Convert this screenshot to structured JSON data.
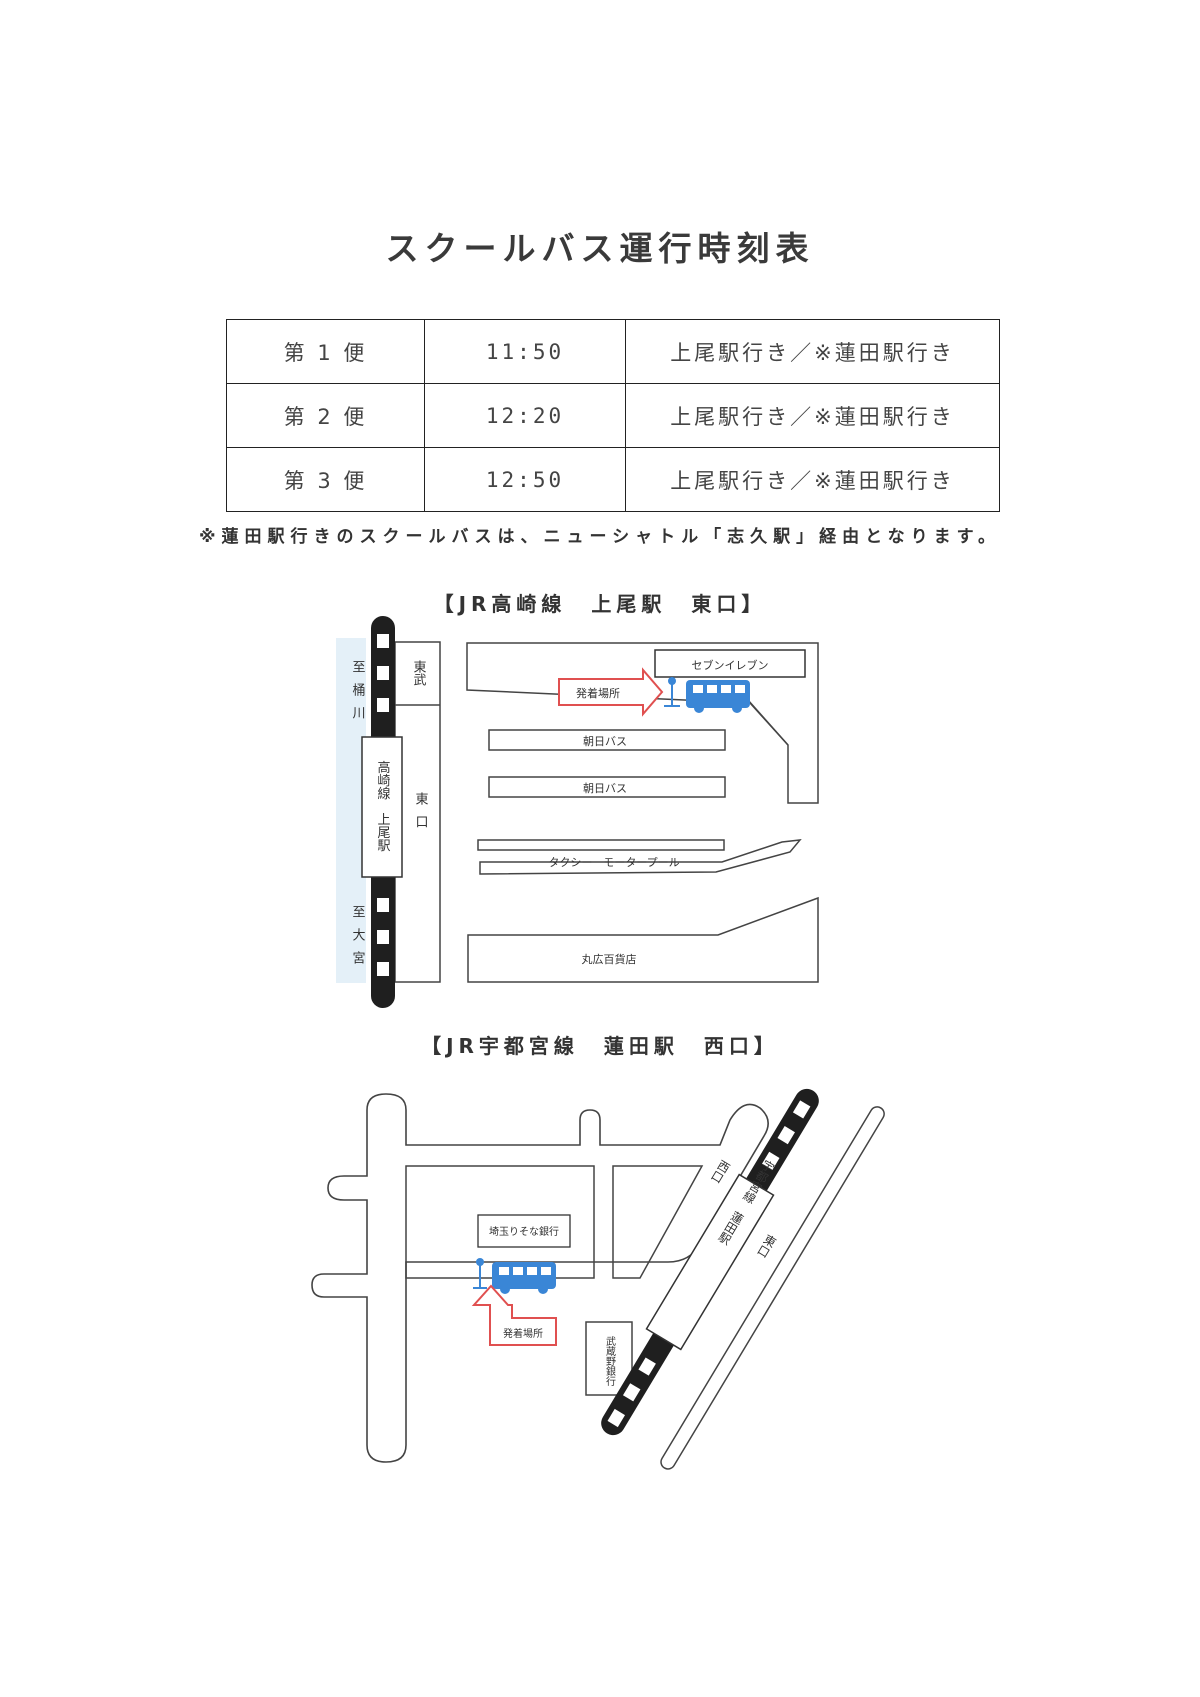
{
  "title": "スクールバス運行時刻表",
  "timetable": [
    {
      "trip": "第 1 便",
      "time": "11:50",
      "destination": "上尾駅行き／※蓮田駅行き"
    },
    {
      "trip": "第 2 便",
      "time": "12:20",
      "destination": "上尾駅行き／※蓮田駅行き"
    },
    {
      "trip": "第 3 便",
      "time": "12:50",
      "destination": "上尾駅行き／※蓮田駅行き"
    }
  ],
  "note": "※蓮田駅行きのスクールバスは、ニューシャトル「志久駅」経由となります。",
  "map1": {
    "heading": "【JR高崎線　上尾駅　東口】",
    "to_okegawa": "至桶川",
    "to_omiya": "至大宮",
    "station_label": "高崎線　上尾駅",
    "tobu": "東武",
    "east_exit": "東口",
    "seven_eleven": "セブンイレブン",
    "departure": "発着場所",
    "asahi_bus_1": "朝日バス",
    "asahi_bus_2": "朝日バス",
    "taxi_pool": "タクシー　モータープール",
    "marumaru": "丸広百貨店",
    "colors": {
      "route_marker": "#e05050",
      "bus": "#3a86d6"
    }
  },
  "map2": {
    "heading": "【JR宇都宮線　蓮田駅　西口】",
    "bank_saitama": "埼玉りそな銀行",
    "bank_musashino": "武蔵野銀行",
    "departure": "発着場所",
    "west_exit": "西口",
    "east_exit": "東口",
    "station_label": "宇都宮線　蓮田駅"
  }
}
